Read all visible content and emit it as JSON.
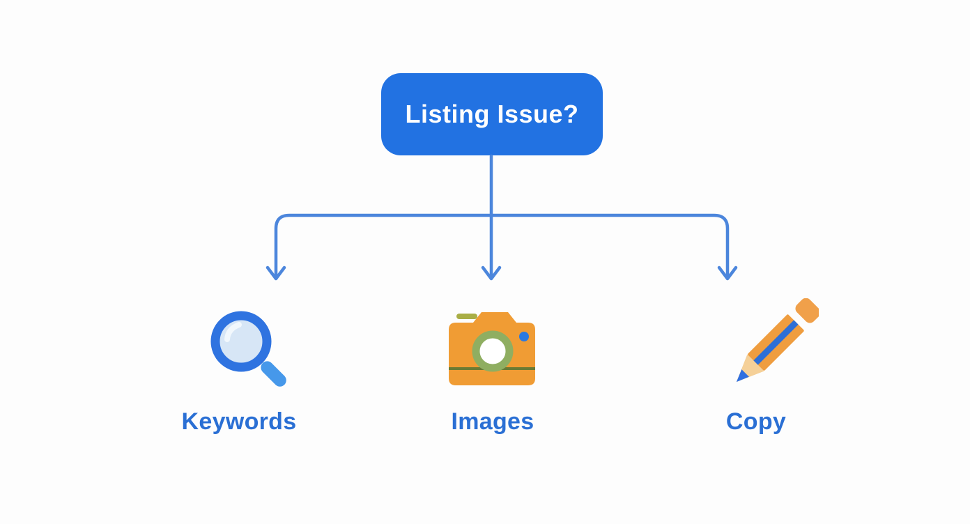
{
  "diagram": {
    "root": {
      "label": "Listing Issue?"
    },
    "branches": [
      {
        "label": "Keywords",
        "icon": "magnifier-icon"
      },
      {
        "label": "Images",
        "icon": "camera-icon"
      },
      {
        "label": "Copy",
        "icon": "pencil-icon"
      }
    ],
    "colors": {
      "background": "#fdfdfd",
      "root_fill": "#2272e2",
      "root_text": "#fefefe",
      "connector": "#4c86dc",
      "label_text": "#2a6fd4",
      "magnifier_ring": "#2f73e0",
      "magnifier_lens": "#d7e6f6",
      "magnifier_highlight": "#f2f8fd",
      "magnifier_handle": "#4698ea",
      "camera_body": "#f09c34",
      "camera_tab": "#a9ae45",
      "camera_lens_ring": "#8fae61",
      "camera_dot": "#2b79e0",
      "camera_stripe": "#6b7a33",
      "pencil_body": "#ef9d3f",
      "pencil_stripe": "#2e6fd6",
      "pencil_tip": "#f5d098",
      "pencil_point": "#2f6fe0",
      "pencil_eraser": "#f0a04a"
    }
  }
}
